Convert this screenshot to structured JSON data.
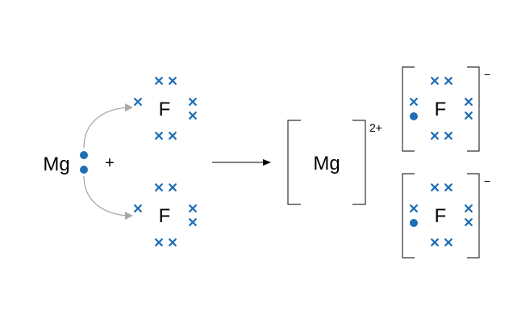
{
  "reactants": {
    "magnesium_symbol": "Mg",
    "plus_sign": "+",
    "fluorine_top_symbol": "F",
    "fluorine_bottom_symbol": "F"
  },
  "products": {
    "magnesium_ion_symbol": "Mg",
    "magnesium_ion_charge": "2+",
    "fluoride_top_symbol": "F",
    "fluoride_top_charge": "−",
    "fluoride_bottom_symbol": "F",
    "fluoride_bottom_charge": "−"
  },
  "colors": {
    "electron_blue": "#1f6fb5",
    "arrow_gray": "#a9a9a9",
    "line_dark": "#333333"
  },
  "icons": {
    "magnesium_electron": "filled-dot",
    "fluorine_electron": "cross",
    "reaction_arrow": "right-arrow",
    "transfer_arrow": "curved-arrow"
  }
}
